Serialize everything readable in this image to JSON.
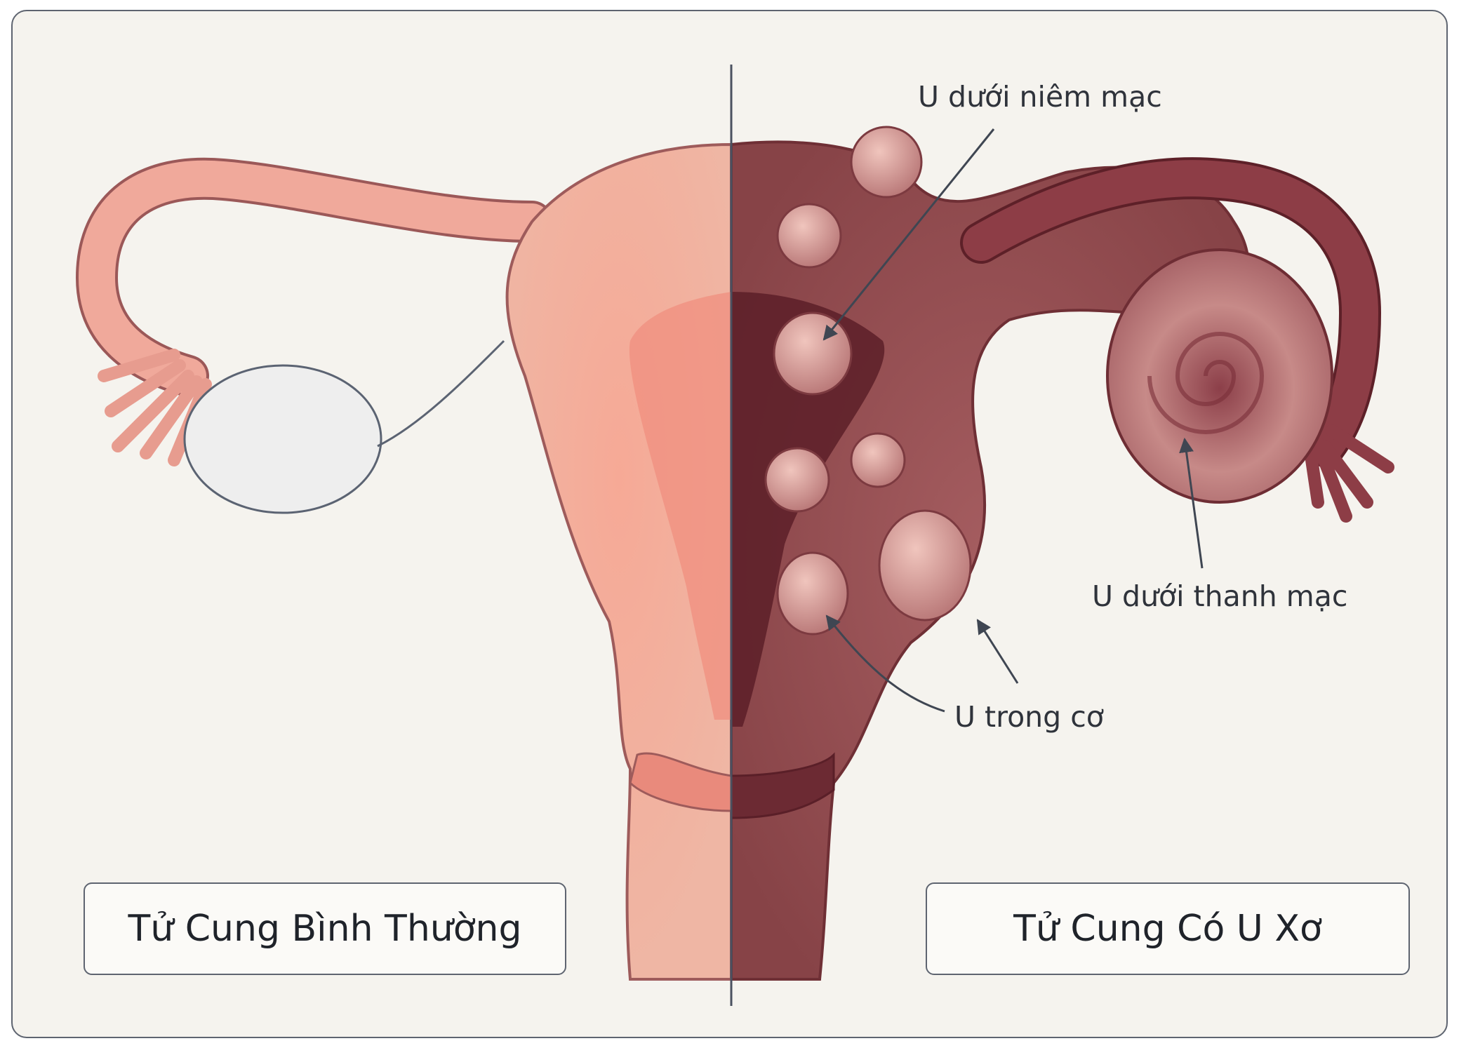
{
  "labels": {
    "normal": "Tử Cung Bình Thường",
    "fibroid": "Tử Cung Có U Xơ"
  },
  "callouts": {
    "submucosal": "U dưới niêm mạc",
    "subserosal": "U dưới thanh mạc",
    "intramural": "U trong cơ"
  },
  "colors": {
    "background": "#f5f3ee",
    "normal_tissue": "#f2b5a3",
    "fibroid_tissue": "#8e4a4e",
    "outline": "#5e6470"
  }
}
